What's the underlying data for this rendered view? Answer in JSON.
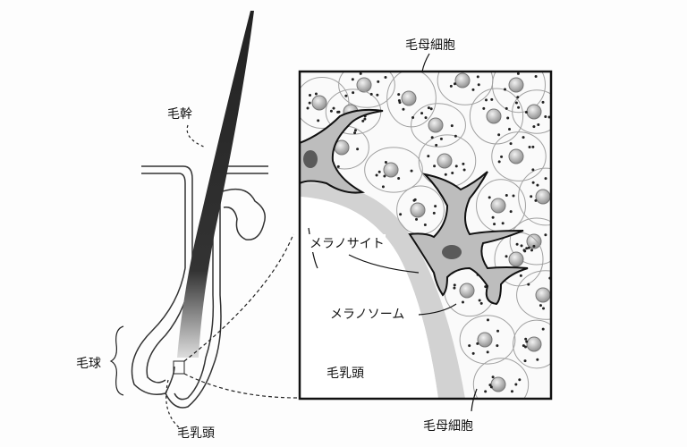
{
  "title": "毛包とメラノサイト",
  "labels": {
    "hair_shaft": "毛幹",
    "hair_bulb": "毛球",
    "dermal_papilla_outer": "毛乳頭",
    "matrix_cells_top": "毛母細胞",
    "melanocyte": "メラノサイト",
    "melanosome": "メラノソーム",
    "dermal_papilla_inner": "毛乳頭",
    "matrix_cells_bottom": "毛母細胞"
  },
  "colors": {
    "ink": "#111111",
    "shade": "#c8c8c8",
    "cell_line": "#9a9a9a"
  }
}
